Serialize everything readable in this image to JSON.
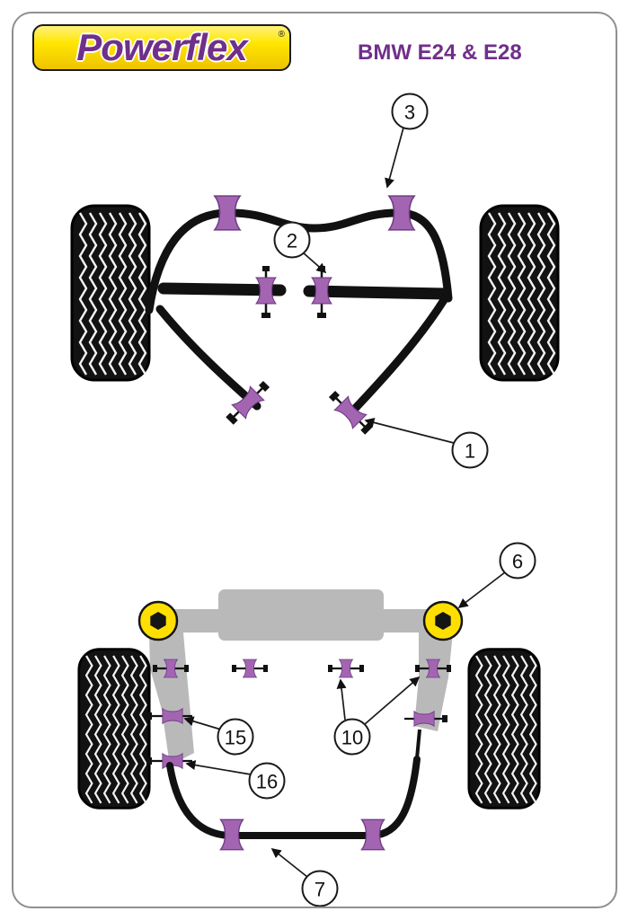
{
  "header": {
    "brand": "Powerflex",
    "registered": "®",
    "model": "BMW E24 & E28"
  },
  "callouts": {
    "front": {
      "arb_bush": "3",
      "link_bush": "2",
      "arm_bush": "1"
    },
    "rear": {
      "subframe_bush": "6",
      "arm_front_bush": "15",
      "arm_rear_bush": "16",
      "upper_bush": "10",
      "arb_bush": "7"
    }
  },
  "colors": {
    "brand_purple": "#702f8a",
    "bushing_purple": "#a365b2",
    "bushing_outline": "#6e3c85",
    "highlight_yellow": "#ffdf00",
    "logo_yellow": "#ffe600",
    "subframe_gray": "#b9b9b9",
    "line_black": "#111111",
    "border_gray": "#8f8f8f"
  }
}
